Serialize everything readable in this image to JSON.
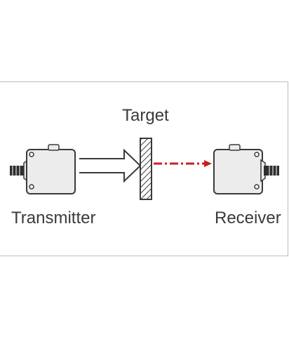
{
  "labels": {
    "target": "Target",
    "transmitter": "Transmitter",
    "receiver": "Receiver"
  },
  "colors": {
    "beam": "#cc1d1d",
    "device_fill": "#ececec",
    "device_stroke": "#3a3a3a",
    "frame_border": "#bdbdbd"
  },
  "icons": {
    "transmitter": "sensor-transmitter-icon",
    "receiver": "sensor-receiver-icon",
    "target": "hatched-target-icon",
    "arrow": "hollow-arrow-icon",
    "beam": "dash-dot-beam-line"
  }
}
